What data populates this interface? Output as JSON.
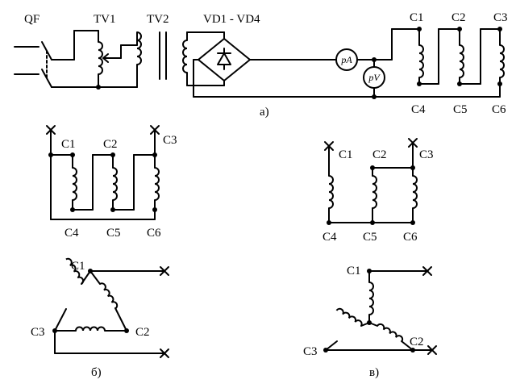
{
  "labels": {
    "breaker": "QF",
    "tv1": "TV1",
    "tv2": "TV2",
    "rectifier": "VD1 - VD4",
    "ammeter": "pA",
    "voltmeter": "pV",
    "c1": "C1",
    "c2": "C2",
    "c3": "C3",
    "c4": "C4",
    "c5": "C5",
    "c6": "C6",
    "part_a": "а)",
    "part_b": "б)",
    "part_v": "в)"
  }
}
